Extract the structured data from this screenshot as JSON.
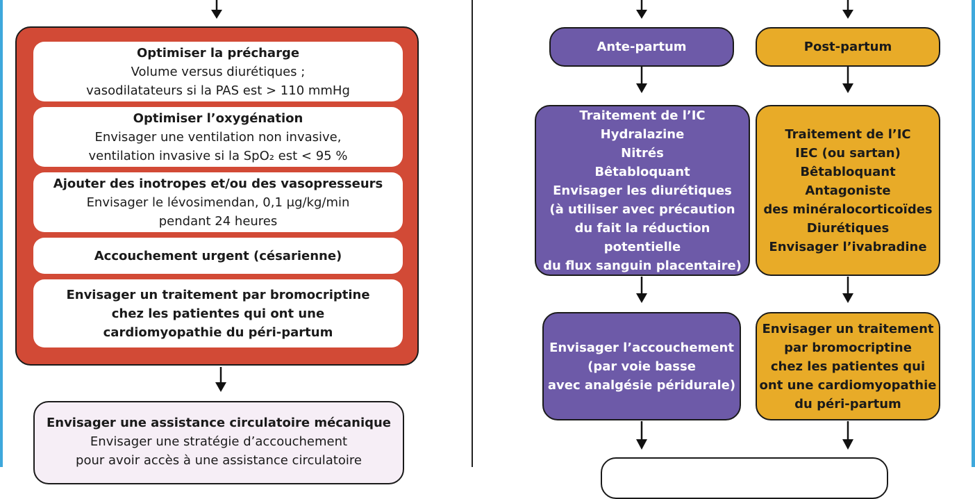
{
  "left": {
    "items": [
      {
        "title": "Optimiser la précharge",
        "lines": [
          "Volume versus diurétiques ;",
          "vasodilatateurs si la PAS est > 110 mmHg"
        ]
      },
      {
        "title": "Optimiser l’oxygénation",
        "lines": [
          "Envisager une ventilation non invasive,",
          "ventilation invasive si la SpO₂ est < 95 %"
        ]
      },
      {
        "title": "Ajouter des inotropes et/ou des vasopresseurs",
        "lines": [
          "Envisager le lévosimendan, 0,1 μg/kg/min",
          "pendant 24 heures"
        ]
      },
      {
        "title": "Accouchement urgent (césarienne)",
        "lines": []
      },
      {
        "title": "",
        "lines": [
          "Envisager un traitement par bromocriptine",
          "chez les patientes qui ont une",
          "cardiomyopathie du péri-partum"
        ]
      }
    ],
    "mcs": {
      "title": "Envisager une assistance circulatoire mécanique",
      "lines": [
        "Envisager une stratégie d’accouchement",
        "pour avoir accès à une assistance circulatoire"
      ]
    }
  },
  "right": {
    "ante": {
      "label": "Ante-partum",
      "treatment": [
        "Traitement de l’IC",
        "Hydralazine",
        "Nitrés",
        "Bêtabloquant",
        "Envisager les diurétiques",
        "(à utiliser avec précaution",
        "du fait la réduction potentielle",
        "du flux sanguin placentaire)"
      ],
      "delivery": [
        "Envisager l’accouchement",
        "(par voie basse",
        "avec analgésie péridurale)"
      ]
    },
    "post": {
      "label": "Post-partum",
      "treatment": [
        "Traitement de l’IC",
        "IEC (ou sartan)",
        "Bêtabloquant",
        "Antagoniste",
        "des minéralocorticoïdes",
        "Diurétiques",
        "Envisager l’ivabradine"
      ],
      "bromo": [
        "Envisager un traitement",
        "par bromocriptine",
        "chez les patientes qui",
        "ont une cardiomyopathie",
        "du péri-partum"
      ]
    }
  },
  "colors": {
    "frame": "#3ea8dc",
    "red_panel": "#d24a36",
    "purple": "#6d5aa8",
    "yellow": "#e8ab28",
    "pink": "#f6eef6"
  }
}
